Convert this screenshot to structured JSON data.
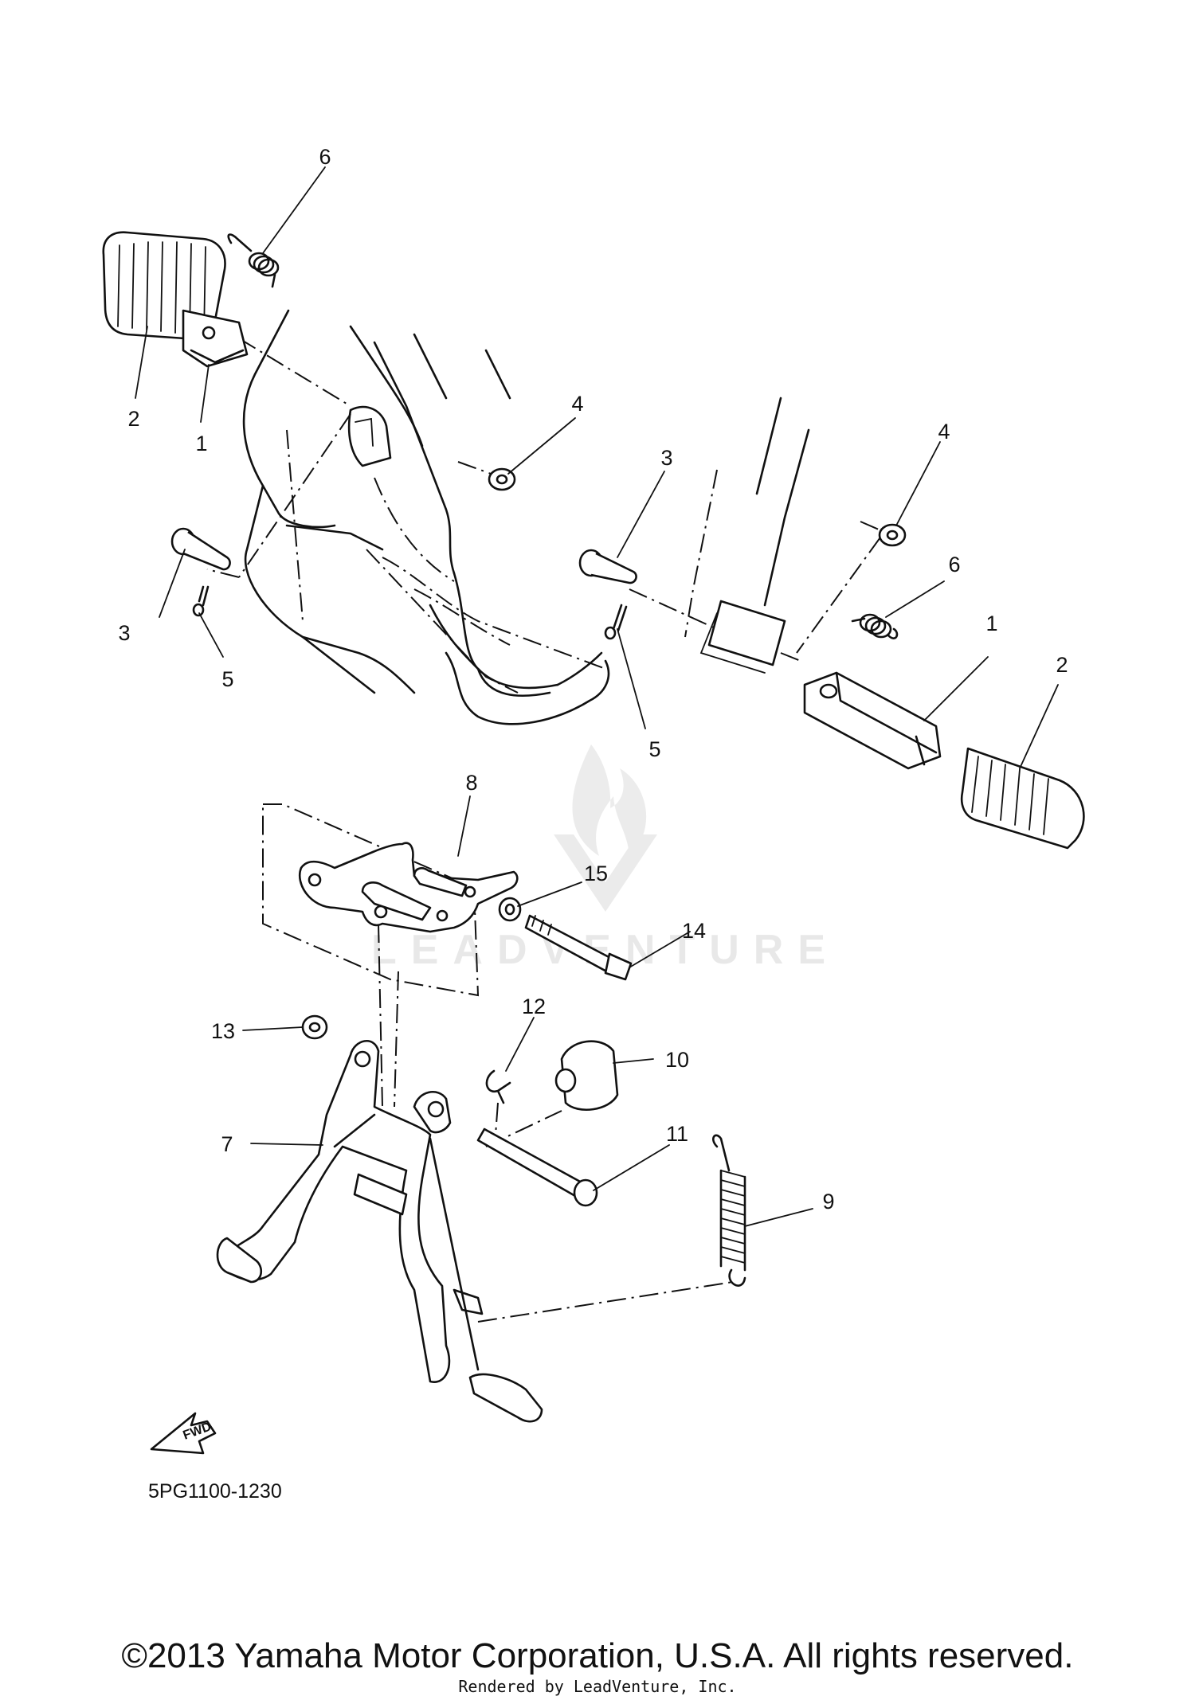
{
  "diagram": {
    "watermark_text": "LEADVENTURE",
    "diagram_code": "5PG1100-1230",
    "direction_label": "FWD",
    "callouts": [
      {
        "label": "6"
      },
      {
        "label": "2"
      },
      {
        "label": "1"
      },
      {
        "label": "4"
      },
      {
        "label": "3"
      },
      {
        "label": "5"
      },
      {
        "label": "3"
      },
      {
        "label": "5"
      },
      {
        "label": "4"
      },
      {
        "label": "6"
      },
      {
        "label": "1"
      },
      {
        "label": "2"
      },
      {
        "label": "8"
      },
      {
        "label": "15"
      },
      {
        "label": "14"
      },
      {
        "label": "13"
      },
      {
        "label": "12"
      },
      {
        "label": "10"
      },
      {
        "label": "7"
      },
      {
        "label": "11"
      },
      {
        "label": "9"
      }
    ]
  },
  "footer": {
    "copyright": "©2013 Yamaha Motor Corporation, U.S.A. All rights reserved.",
    "rendered_by": "Rendered by LeadVenture, Inc."
  }
}
